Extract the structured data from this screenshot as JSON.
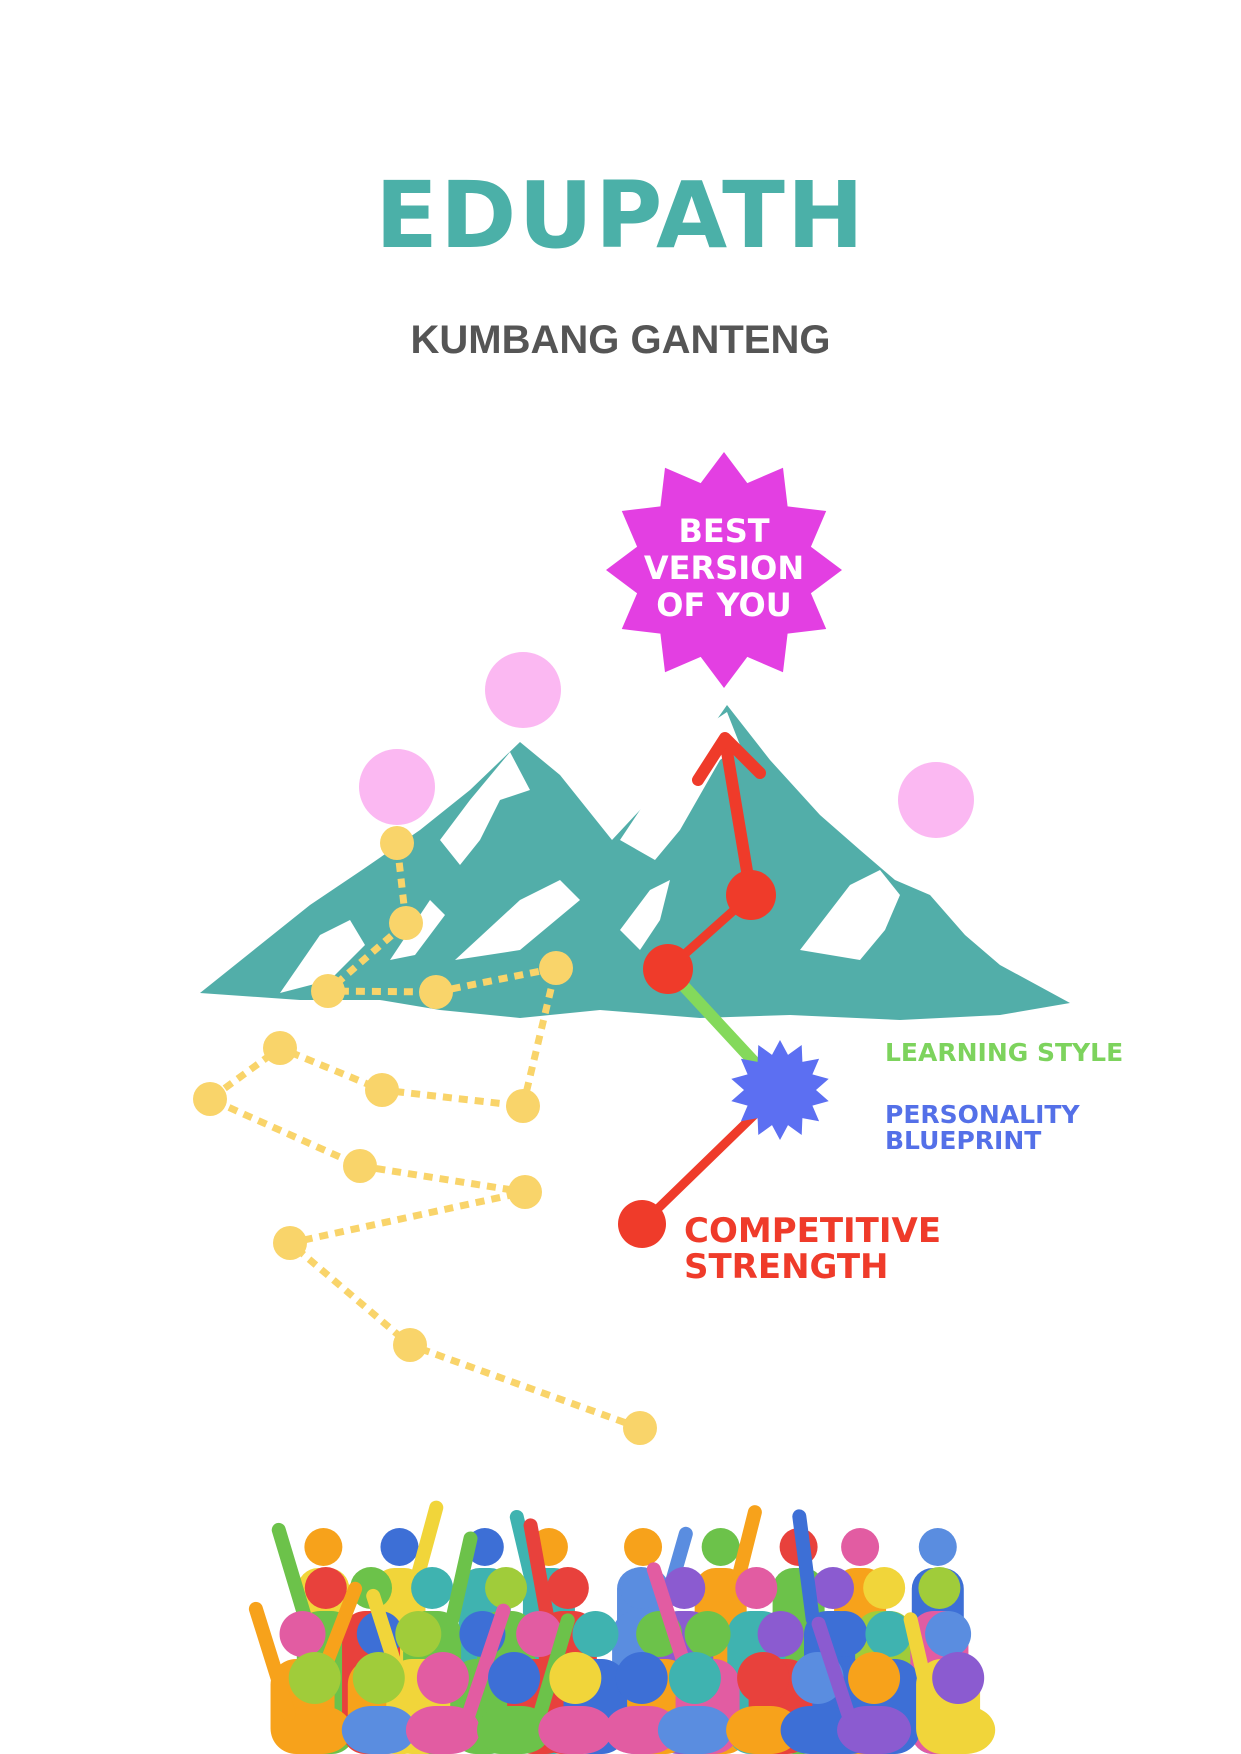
{
  "cover": {
    "title": "EDUPATH",
    "subtitle": "KUMBANG GANTENG"
  },
  "badge": {
    "line1": "BEST",
    "line2": "VERSION",
    "line3": "OF YOU"
  },
  "path_labels": {
    "learning_style": "LEARNING STYLE",
    "personality": "PERSONALITY BLUEPRINT",
    "competitive": "COMPETITIVE STRENGTH"
  },
  "colors": {
    "title": "#4bb0a8",
    "subtitle": "#555555",
    "mountain": "#52aea9",
    "snow": "#ffffff",
    "pink_circle": "#fbb8f2",
    "badge": "#e33fe2",
    "yellow_path": "#f9d46a",
    "red_path": "#ef3b2a",
    "green_path": "#84d95b",
    "blue_star": "#5c6ff2"
  }
}
